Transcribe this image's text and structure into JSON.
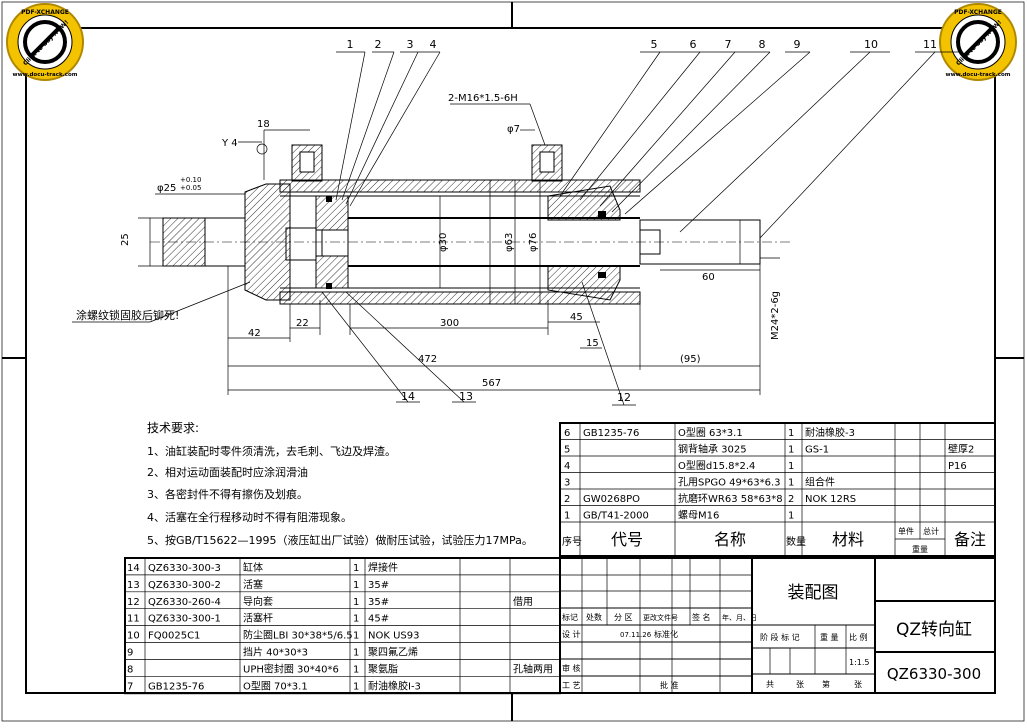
{
  "badges": {
    "left": {
      "top": "PDF-XCHANGE",
      "bottom": "www.docu-track.com",
      "center": "Click to buy NOW!"
    },
    "right": {
      "top": "PDF-XCHANGE",
      "bottom": "www.docu-track.com",
      "center": "Click to buy NOW!"
    }
  },
  "balloons": [
    "1",
    "2",
    "3",
    "4",
    "5",
    "6",
    "7",
    "8",
    "9",
    "10",
    "11",
    "12",
    "13",
    "14"
  ],
  "dimensions": {
    "thread_ports": "2-M16*1.5-6H",
    "d18": "18",
    "d7": "φ7",
    "y4": "Y 4",
    "shaft": "φ25",
    "tol_up": "+0.10",
    "tol_low": "+0.05",
    "d25": "25",
    "d30": "φ30",
    "d63": "φ63",
    "d76": "φ76",
    "d60": "60",
    "m24": "M24*2-6g",
    "d42": "42",
    "d22": "22",
    "d300": "300",
    "d45": "45",
    "d15": "15",
    "d472": "472",
    "d95": "(95)",
    "d567": "567",
    "note_glue": "涂螺纹锁固胶后铆死!"
  },
  "tech": {
    "title": "技术要求:",
    "items": [
      "1、油缸装配时零件须清洗，去毛刺、飞边及焊渣。",
      "2、相对运动面装配时应涂润滑油",
      "3、各密封件不得有擦伤及划痕。",
      "4、活塞在全行程移动时不得有阻滞现象。",
      "5、按GB/T15622—1995（液压缸出厂试验）做耐压试验，试验压力17MPa。"
    ]
  },
  "bom_right": [
    {
      "no": "6",
      "code": "GB1235-76",
      "name": "O型圈 63*3.1",
      "qty": "1",
      "mat": "耐油橡胶-3",
      "note": ""
    },
    {
      "no": "5",
      "code": "",
      "name": "钢背轴承 3025",
      "qty": "1",
      "mat": "GS-1",
      "note": "壁厚2"
    },
    {
      "no": "4",
      "code": "",
      "name": "O型圈d15.8*2.4",
      "qty": "1",
      "mat": "",
      "note": "P16"
    },
    {
      "no": "3",
      "code": "",
      "name": "孔用SPGO 49*63*6.3",
      "qty": "1",
      "mat": "组合件",
      "note": ""
    },
    {
      "no": "2",
      "code": "GW0268PO",
      "name": "抗磨环WR63 58*63*8",
      "qty": "2",
      "mat": "NOK 12RS",
      "note": ""
    },
    {
      "no": "1",
      "code": "GB/T41-2000",
      "name": "螺母M16",
      "qty": "1",
      "mat": "",
      "note": ""
    }
  ],
  "bom_header": {
    "no": "序号",
    "code": "代号",
    "name": "名称",
    "qty": "数量",
    "mat": "材料",
    "unit": "单件",
    "total": "总计",
    "weight": "重量",
    "note": "备注"
  },
  "bom_left": [
    {
      "no": "14",
      "code": "QZ6330-300-3",
      "name": "缸体",
      "qty": "1",
      "mat": "焊接件",
      "note": ""
    },
    {
      "no": "13",
      "code": "QZ6330-300-2",
      "name": "活塞",
      "qty": "1",
      "mat": "35#",
      "note": ""
    },
    {
      "no": "12",
      "code": "QZ6330-260-4",
      "name": "导向套",
      "qty": "1",
      "mat": "35#",
      "note": "借用"
    },
    {
      "no": "11",
      "code": "QZ6330-300-1",
      "name": "活塞杆",
      "qty": "1",
      "mat": "45#",
      "note": ""
    },
    {
      "no": "10",
      "code": "FQ0025C1",
      "name": "防尘圈LBI 30*38*5/6.5",
      "qty": "1",
      "mat": "NOK US93",
      "note": ""
    },
    {
      "no": "9",
      "code": "",
      "name": "挡片 40*30*3",
      "qty": "1",
      "mat": "聚四氟乙烯",
      "note": ""
    },
    {
      "no": "8",
      "code": "",
      "name": "UPH密封圈 30*40*6",
      "qty": "1",
      "mat": "聚氨脂",
      "note": "孔轴两用"
    },
    {
      "no": "7",
      "code": "GB1235-76",
      "name": "O型圈 70*3.1",
      "qty": "1",
      "mat": "耐油橡胶I-3",
      "note": ""
    }
  ],
  "title_block": {
    "drawing_type": "装配图",
    "product_name": "QZ转向缸",
    "drawing_no": "QZ6330-300",
    "scale": "1:1.5",
    "labels": {
      "mark": "标记",
      "count": "处数",
      "zone": "分 区",
      "change_doc": "更改文件号",
      "sign": "签 名",
      "date": "年、月、日",
      "design": "设 计",
      "date_val": "07.11.26",
      "std": "标准化",
      "review": "审 核",
      "process": "工 艺",
      "approve": "批 准",
      "stage": "阶 段 标 记",
      "weight": "重 量",
      "ratio": "比 例",
      "total_sheets": "共",
      "sheet": "张",
      "nth": "第",
      "sheet2": "张"
    }
  }
}
